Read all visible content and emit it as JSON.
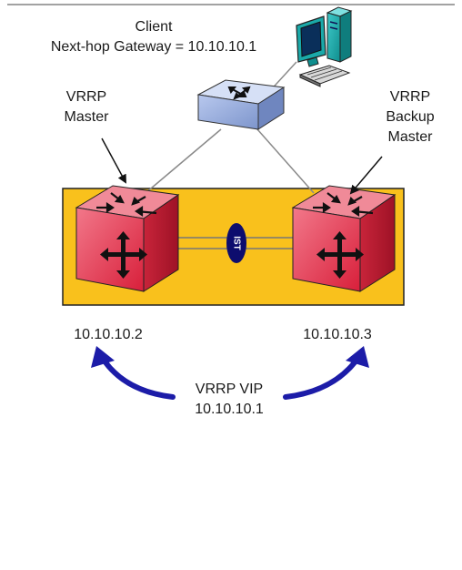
{
  "client": {
    "title": "Client",
    "gateway": "Next-hop Gateway = 10.10.10.1"
  },
  "master": {
    "line1": "VRRP",
    "line2": "Master",
    "ip": "10.10.10.2"
  },
  "backup": {
    "line1": "VRRP",
    "line2": "Backup",
    "line3": "Master",
    "ip": "10.10.10.3"
  },
  "ist": {
    "label": "IST"
  },
  "vip": {
    "line1": "VRRP VIP",
    "line2": "10.10.10.1"
  },
  "colors": {
    "cluster_fill": "#f9c11c",
    "router_front": "#e8374c",
    "switch_fill": "#8fa6d8",
    "vip_arrow": "#1c1ca8",
    "ist_fill": "#0d0d6e"
  }
}
